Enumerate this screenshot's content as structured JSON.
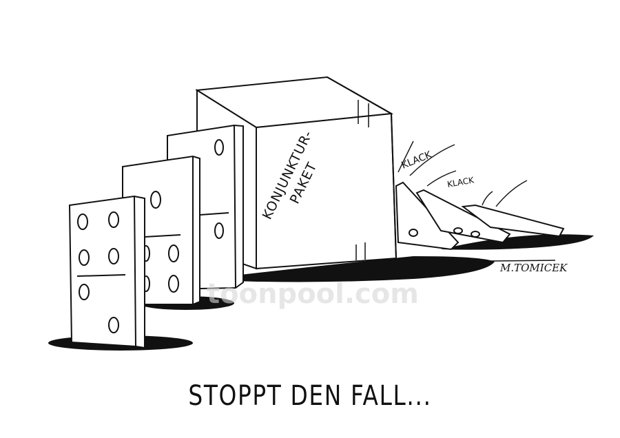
{
  "cartoon": {
    "caption": "STOPPT DEN FALL...",
    "box_label_line1": "KONJUNKTUR-",
    "box_label_line2": "PAKET",
    "sound_1": "KLACK",
    "sound_2": "KLACK",
    "signature": "M.TOMICEK",
    "watermark": "toonpool.com"
  },
  "colors": {
    "ink": "#111111",
    "paper": "#ffffff",
    "watermark": "#d6d6d6"
  }
}
